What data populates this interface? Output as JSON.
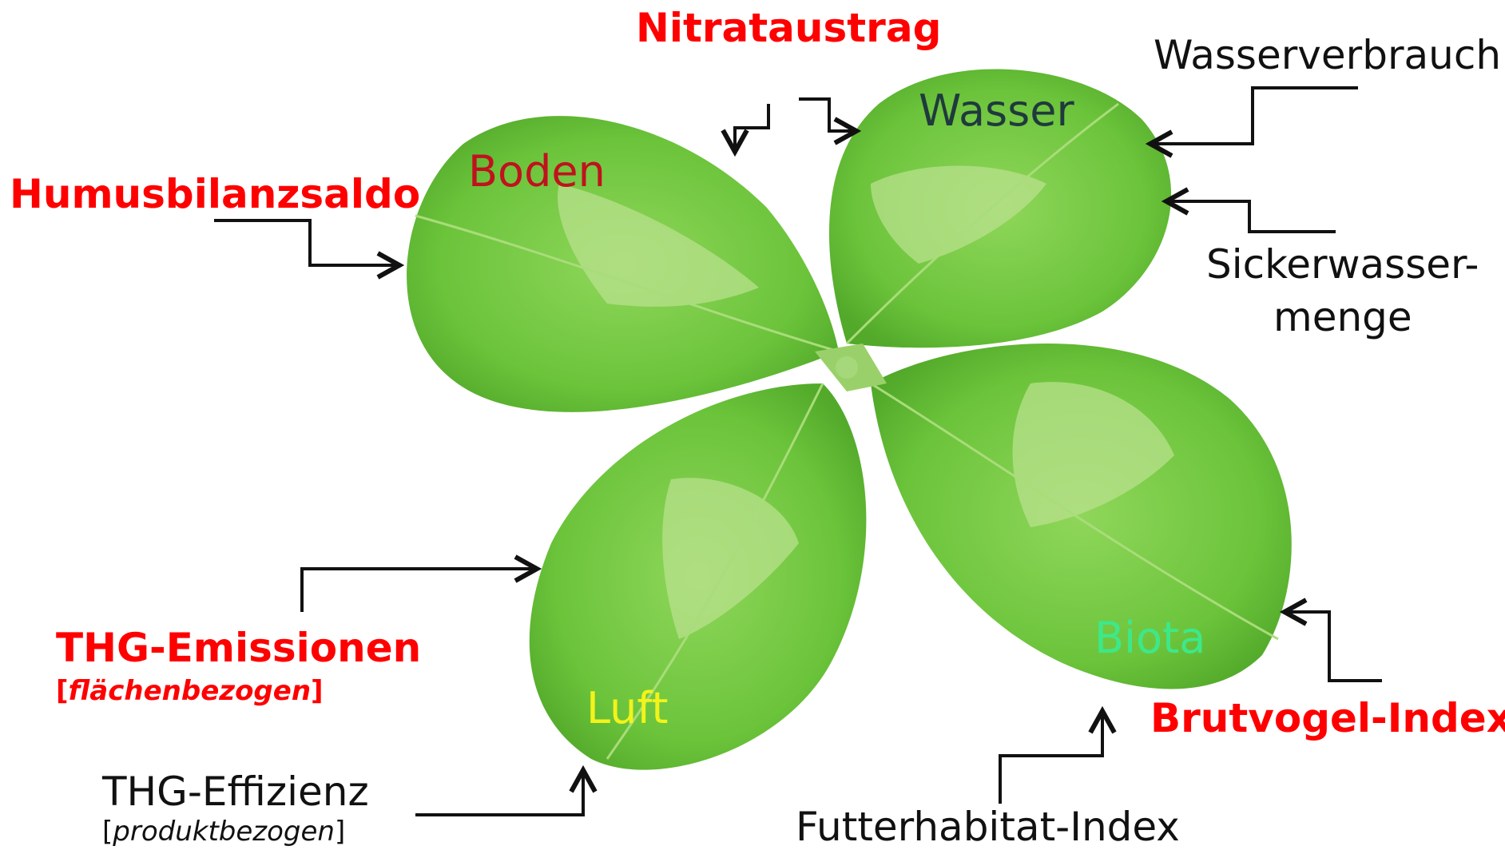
{
  "leaf_labels": {
    "boden": "Boden",
    "wasser": "Wasser",
    "luft": "Luft",
    "biota": "Biota"
  },
  "indicators": {
    "nitrataustrag": "Nitrataustrag",
    "humusbilanzsaldo": "Humusbilanzsaldo",
    "wasserverbrauch": "Wasserverbrauch",
    "sickerwasser_line1": "Sickerwasser-",
    "sickerwasser_line2": "menge",
    "thg_emissionen": "THG-Emissionen",
    "thg_emissionen_sub_open": "[",
    "thg_emissionen_sub": "flächenbezogen",
    "thg_emissionen_sub_close": "]",
    "thg_effizienz": "THG-Effizienz",
    "thg_effizienz_sub_open": "[",
    "thg_effizienz_sub": "produktbezogen",
    "thg_effizienz_sub_close": "]",
    "futterhabitat": "Futterhabitat-Index",
    "brutvogel": "Brutvogel-Index"
  },
  "colors": {
    "indicator_red": "#ff0000",
    "boden": "#c0121e",
    "wasser": "#1f3a3d",
    "luft": "#f3f31a",
    "biota": "#3de88a",
    "leaf": "#6ec93c",
    "leaf_light": "#b5e28a",
    "arrow": "#111111"
  }
}
